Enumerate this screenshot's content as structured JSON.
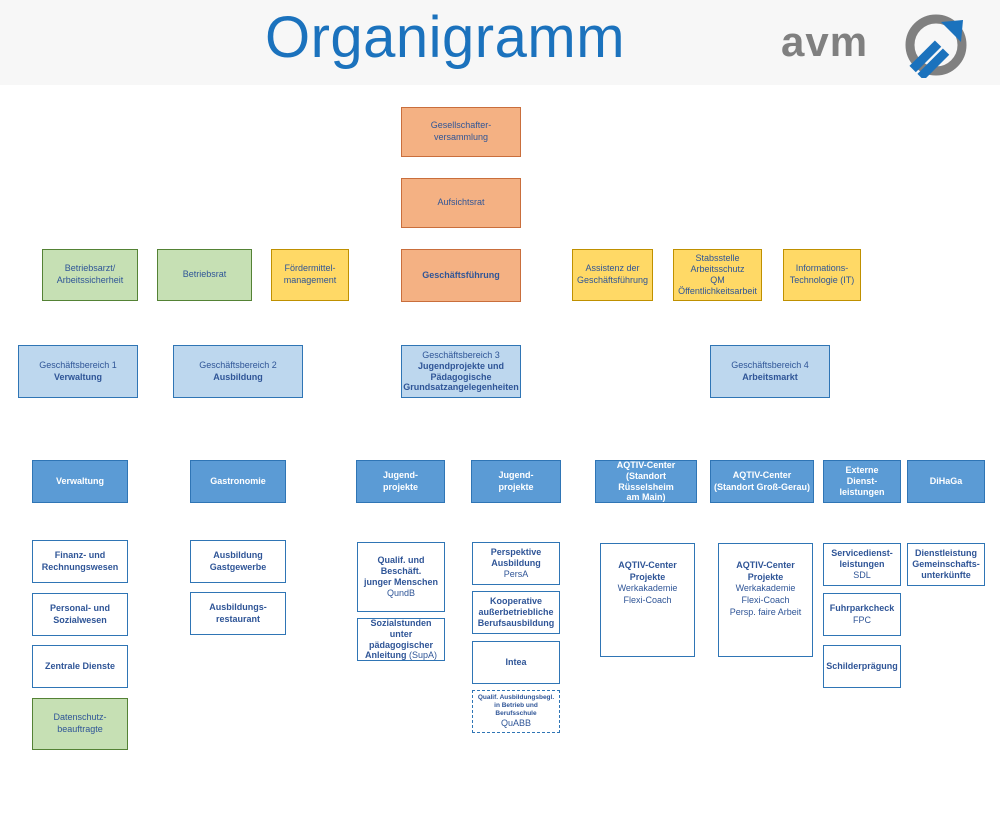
{
  "header": {
    "title": "Organigramm",
    "logo_text": "avm"
  },
  "top": {
    "gesellschafter": [
      "Gesellschafter-",
      "versammlung"
    ],
    "aufsichtsrat": "Aufsichtsrat",
    "geschaeftsfuehrung": "Geschäftsführung"
  },
  "staff_left": {
    "betriebsarzt": [
      "Betriebsarzt/",
      "Arbeitssicherheit"
    ],
    "betriebsrat": "Betriebsrat",
    "foerdermittel": [
      "Fördermittel-",
      "management"
    ]
  },
  "staff_right": {
    "assistenz": [
      "Assistenz der",
      "Geschäftsführung"
    ],
    "stabsstelle": [
      "Stabsstelle",
      "Arbeitsschutz",
      "QM",
      "Öffentlichkeitsarbeit"
    ],
    "it": [
      "Informations-",
      "Technologie (IT)"
    ]
  },
  "bereiche": {
    "b1": [
      "Geschäftsbereich 1",
      "Verwaltung"
    ],
    "b2": [
      "Geschäftsbereich 2",
      "Ausbildung"
    ],
    "b3": [
      "Geschäftsbereich 3",
      "Jugendprojekte und",
      "Pädagogische",
      "Grundsatzangelegenheiten"
    ],
    "b4": [
      "Geschäftsbereich 4",
      "Arbeitsmarkt"
    ]
  },
  "departments": {
    "verwaltung": "Verwaltung",
    "gastronomie": "Gastronomie",
    "jugend1": [
      "Jugend-",
      "projekte"
    ],
    "jugend2": [
      "Jugend-",
      "projekte"
    ],
    "aqtiv_r": [
      "AQTIV-Center",
      "(Standort Rüsselsheim",
      "am Main)"
    ],
    "aqtiv_g": [
      "AQTIV-Center",
      "(Standort Groß-Gerau)"
    ],
    "extern": [
      "Externe",
      "Dienst-",
      "leistungen"
    ],
    "dihaga": "DiHaGa"
  },
  "units": {
    "finanz": [
      "Finanz- und",
      "Rechnungswesen"
    ],
    "personal": [
      "Personal- und",
      "Sozialwesen"
    ],
    "zentrale": "Zentrale Dienste",
    "datenschutz": [
      "Datenschutz-",
      "beauftragte"
    ],
    "ausb_gast": [
      "Ausbildung",
      "Gastgewerbe"
    ],
    "ausb_rest": [
      "Ausbildungs-",
      "restaurant"
    ],
    "qundb": [
      "Qualif. und Beschäft.",
      "junger Menschen",
      "QundB"
    ],
    "supa": [
      "Sozialstunden",
      "unter pädagogischer",
      "Anleitung",
      "(SupA)"
    ],
    "persa": [
      "Perspektive",
      "Ausbildung",
      "PersA"
    ],
    "koop": [
      "Kooperative",
      "außerbetriebliche",
      "Berufsausbildung"
    ],
    "intea": "Intea",
    "quabb": [
      "Qualif. Ausbildungsbegl.",
      "in Betrieb und Berufsschule",
      "QuABB"
    ],
    "aqtiv_proj_r": [
      "AQTIV-Center",
      "Projekte",
      "Werkakademie",
      "Flexi-Coach"
    ],
    "aqtiv_proj_g": [
      "AQTIV-Center",
      "Projekte",
      "Werkakademie",
      "Flexi-Coach",
      "Persp. faire Arbeit"
    ],
    "sdl": [
      "Servicedienst-",
      "leistungen",
      "SDL"
    ],
    "fpc": [
      "Fuhrparkcheck",
      "FPC"
    ],
    "schild": "Schilderprägung",
    "dienst": [
      "Dienstleistung",
      "Gemeinschafts-",
      "unterkünfte"
    ]
  },
  "colors": {
    "title": "#1b72bd",
    "orange": "#f4b183",
    "green": "#c6e0b4",
    "yellow": "#ffd966",
    "light_blue": "#bdd7ee",
    "dark_blue": "#5b9bd5",
    "logo_arrow": "#1b72bd",
    "logo_gray": "#808080"
  }
}
